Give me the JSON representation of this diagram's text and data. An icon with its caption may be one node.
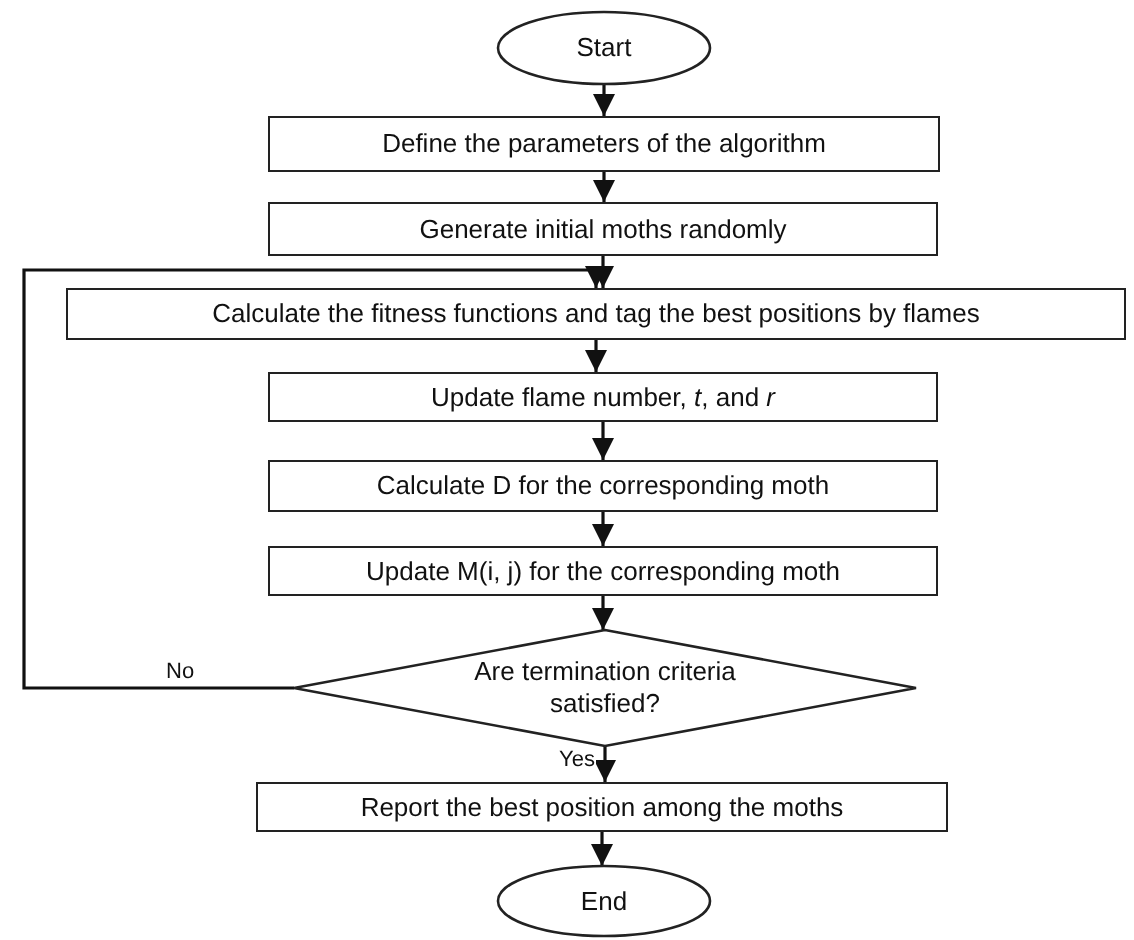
{
  "diagram": {
    "nodes": [
      {
        "text": [
          "Start"
        ]
      },
      {
        "text": [
          "Define the parameters of the algorithm"
        ]
      },
      {
        "text": [
          "Generate initial moths randomly"
        ]
      },
      {
        "text": [
          "Calculate the fitness functions and tag the best positions by flames"
        ]
      },
      {
        "text": [
          "Update flame number, *t*, and *r*"
        ]
      },
      {
        "text": [
          "Calculate D for the corresponding moth"
        ]
      },
      {
        "text": [
          "Update M(i, j) for the corresponding moth"
        ]
      },
      {
        "text": [
          "Are termination criteria satisfied?"
        ]
      },
      {
        "text": [
          "Report the best position among the moths"
        ]
      },
      {
        "text": [
          "End"
        ]
      }
    ],
    "edges": [
      {
        "from": 0,
        "to": 1,
        "arrow": "to"
      },
      {
        "from": 1,
        "to": 2,
        "arrow": "to"
      },
      {
        "from": 2,
        "to": 3,
        "arrow": "to"
      },
      {
        "from": 3,
        "to": 4,
        "arrow": "to"
      },
      {
        "from": 4,
        "to": 5,
        "arrow": "to"
      },
      {
        "from": 5,
        "to": 6,
        "arrow": "to"
      },
      {
        "from": 6,
        "to": 7,
        "arrow": "to"
      },
      {
        "from": 7,
        "to": 8,
        "arrow": "to",
        "label": "Yes"
      },
      {
        "from": 8,
        "to": 9,
        "arrow": "to"
      },
      {
        "from": 7,
        "to": 3,
        "arrow": "to",
        "label": "No"
      }
    ]
  }
}
